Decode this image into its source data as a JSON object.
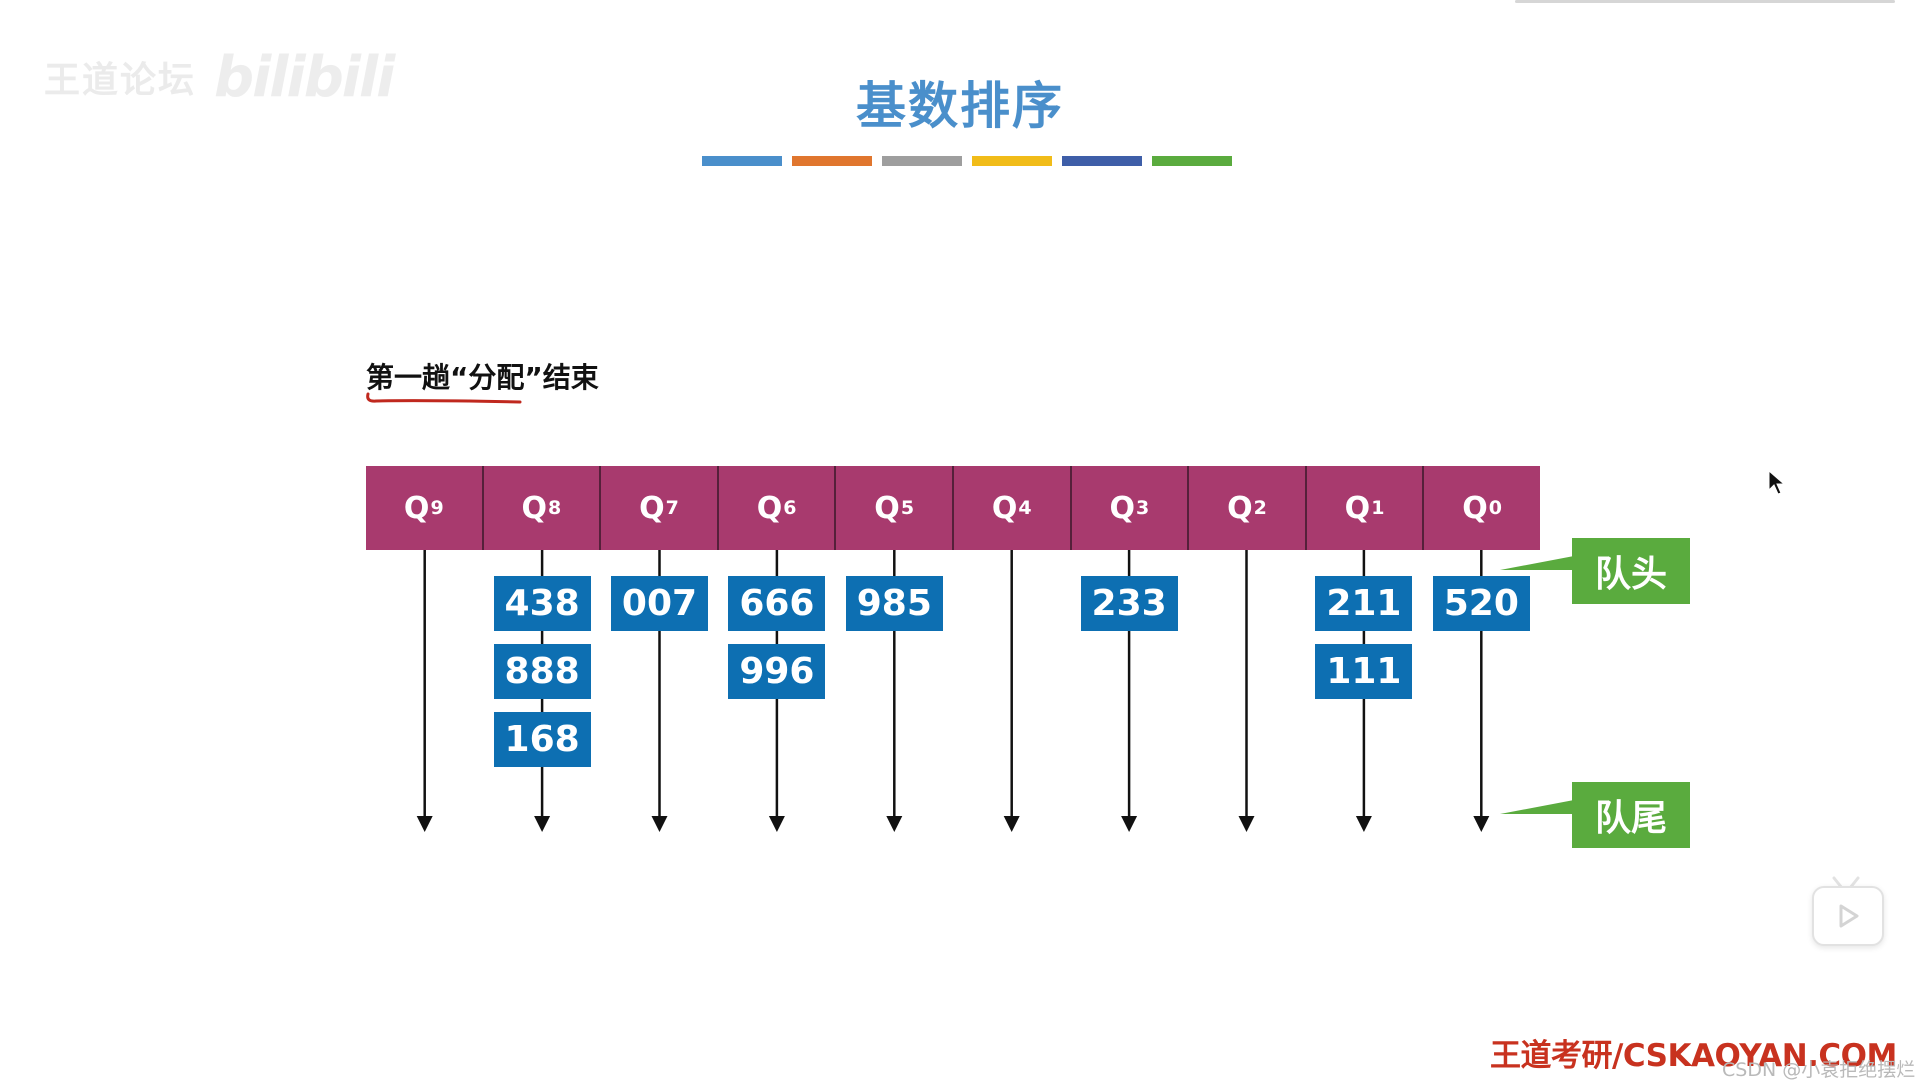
{
  "watermark": {
    "text": "王道论坛",
    "logo": "bilibili"
  },
  "title": "基数排序",
  "color_bars": [
    "#4a8fcb",
    "#e0762e",
    "#9e9e9e",
    "#f1bc19",
    "#3e5ea8",
    "#5aab3e"
  ],
  "subtitle": "第一趟“分配”结束",
  "queues": [
    {
      "label": "Q",
      "sub": "9",
      "items": []
    },
    {
      "label": "Q",
      "sub": "8",
      "items": [
        "438",
        "888",
        "168"
      ]
    },
    {
      "label": "Q",
      "sub": "7",
      "items": [
        "007"
      ]
    },
    {
      "label": "Q",
      "sub": "6",
      "items": [
        "666",
        "996"
      ]
    },
    {
      "label": "Q",
      "sub": "5",
      "items": [
        "985"
      ]
    },
    {
      "label": "Q",
      "sub": "4",
      "items": []
    },
    {
      "label": "Q",
      "sub": "3",
      "items": [
        "233"
      ]
    },
    {
      "label": "Q",
      "sub": "2",
      "items": []
    },
    {
      "label": "Q",
      "sub": "1",
      "items": [
        "211",
        "111"
      ]
    },
    {
      "label": "Q",
      "sub": "0",
      "items": [
        "520"
      ]
    }
  ],
  "labels": {
    "head": "队头",
    "tail": "队尾"
  },
  "brand": "王道考研/CSKAOYAN.COM",
  "csdn": "CSDN @小袁拒绝摆烂",
  "colors": {
    "queue_bar": "#a83a6e",
    "number_box": "#0d6fb2",
    "label_green": "#5aab3e",
    "title_blue": "#4a8fcb",
    "brand_red": "#c8321f"
  },
  "icons": [
    "pointer-cursor-icon",
    "play-icon",
    "red-underline-mark"
  ]
}
